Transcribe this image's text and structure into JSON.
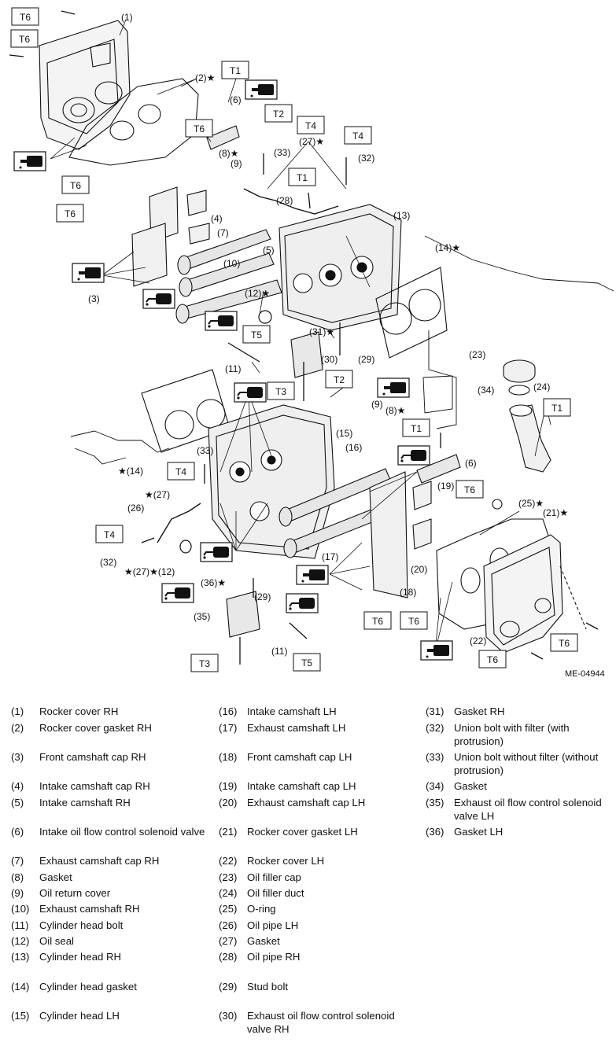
{
  "figure_code": "ME-04944",
  "torque_labels": [
    "T1",
    "T2",
    "T3",
    "T4",
    "T5",
    "T6"
  ],
  "callouts": [
    "(1)",
    "(2)",
    "(3)",
    "(4)",
    "(5)",
    "(6)",
    "(7)",
    "(8)",
    "(9)",
    "(10)",
    "(11)",
    "(12)",
    "(13)",
    "(14)",
    "(15)",
    "(16)",
    "(17)",
    "(18)",
    "(19)",
    "(20)",
    "(21)",
    "(22)",
    "(23)",
    "(24)",
    "(25)",
    "(26)",
    "(27)",
    "(28)",
    "(29)",
    "(30)",
    "(31)",
    "(32)",
    "(33)",
    "(34)",
    "(35)",
    "(36)"
  ],
  "legend": {
    "col1": [
      {
        "num": "(1)",
        "text": "Rocker cover RH"
      },
      {
        "num": "(2)",
        "text": "Rocker cover gasket RH"
      },
      {
        "num": "(3)",
        "text": "Front camshaft cap RH"
      },
      {
        "num": "(4)",
        "text": "Intake camshaft cap RH"
      },
      {
        "num": "(5)",
        "text": "Intake camshaft RH"
      },
      {
        "num": "(6)",
        "text": "Intake oil flow control solenoid valve"
      },
      {
        "num": "(7)",
        "text": "Exhaust camshaft cap RH"
      },
      {
        "num": "(8)",
        "text": "Gasket"
      },
      {
        "num": "(9)",
        "text": "Oil return cover"
      },
      {
        "num": "(10)",
        "text": "Exhaust camshaft RH"
      },
      {
        "num": "(11)",
        "text": "Cylinder head bolt"
      },
      {
        "num": "(12)",
        "text": "Oil seal"
      },
      {
        "num": "(13)",
        "text": "Cylinder head RH"
      },
      {
        "num": "(14)",
        "text": "Cylinder head gasket"
      },
      {
        "num": "(15)",
        "text": "Cylinder head LH"
      }
    ],
    "col2": [
      {
        "num": "(16)",
        "text": "Intake camshaft LH"
      },
      {
        "num": "(17)",
        "text": "Exhaust camshaft LH"
      },
      {
        "num": "(18)",
        "text": "Front camshaft cap LH"
      },
      {
        "num": "(19)",
        "text": "Intake camshaft cap LH"
      },
      {
        "num": "(20)",
        "text": "Exhaust camshaft cap LH"
      },
      {
        "num": "(21)",
        "text": "Rocker cover gasket LH"
      },
      {
        "num": "(22)",
        "text": "Rocker cover LH"
      },
      {
        "num": "(23)",
        "text": "Oil filler cap"
      },
      {
        "num": "(24)",
        "text": "Oil filler duct"
      },
      {
        "num": "(25)",
        "text": "O-ring"
      },
      {
        "num": "(26)",
        "text": "Oil pipe LH"
      },
      {
        "num": "(27)",
        "text": "Gasket"
      },
      {
        "num": "(28)",
        "text": "Oil pipe RH"
      },
      {
        "num": "(29)",
        "text": "Stud bolt"
      },
      {
        "num": "(30)",
        "text": "Exhaust oil flow control solenoid valve RH"
      }
    ],
    "col3": [
      {
        "num": "(31)",
        "text": "Gasket RH"
      },
      {
        "num": "(32)",
        "text": "Union bolt with filter (with protrusion)"
      },
      {
        "num": "(33)",
        "text": "Union bolt without filter (without protrusion)"
      },
      {
        "num": "(34)",
        "text": "Gasket"
      },
      {
        "num": "(35)",
        "text": "Exhaust oil flow control solenoid valve LH"
      },
      {
        "num": "(36)",
        "text": "Gasket LH"
      }
    ]
  }
}
